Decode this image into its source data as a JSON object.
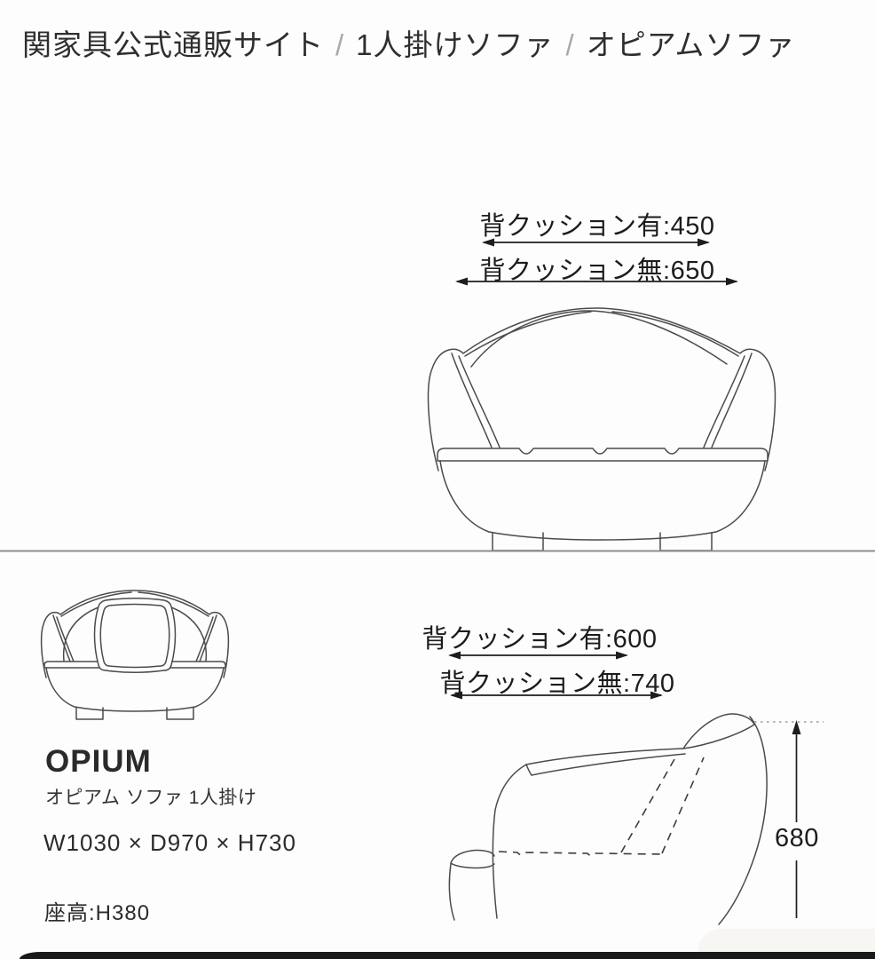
{
  "breadcrumb": {
    "separator": "/",
    "items": [
      "関家具公式通販サイト",
      "1人掛けソファ",
      "オピアムソファ"
    ]
  },
  "front_view_diagram": {
    "width_with_back_cushion": "背クッション有:450",
    "width_without_back_cushion": "背クッション無:650"
  },
  "side_view_diagram": {
    "depth_with_back_cushion": "背クッション有:600",
    "depth_without_back_cushion": "背クッション無:740",
    "height_value": "680"
  },
  "product": {
    "name": "OPIUM",
    "subtitle": "オピアム ソファ 1人掛け",
    "overall_dimensions": "W1030 × D970 × H730",
    "seat_height": "座高:H380"
  },
  "measurements": {
    "front_width_with_cushion_mm": 450,
    "front_width_without_cushion_mm": 650,
    "side_depth_with_cushion_mm": 600,
    "side_depth_without_cushion_mm": 740,
    "height_mm": 680
  },
  "colors": {
    "line_art": "#4b4b4b",
    "dimension_lines": "#1d1d1d",
    "divider": "#8e8e8e",
    "text": "#2b2b2b",
    "bottom_bar": "#191919"
  }
}
